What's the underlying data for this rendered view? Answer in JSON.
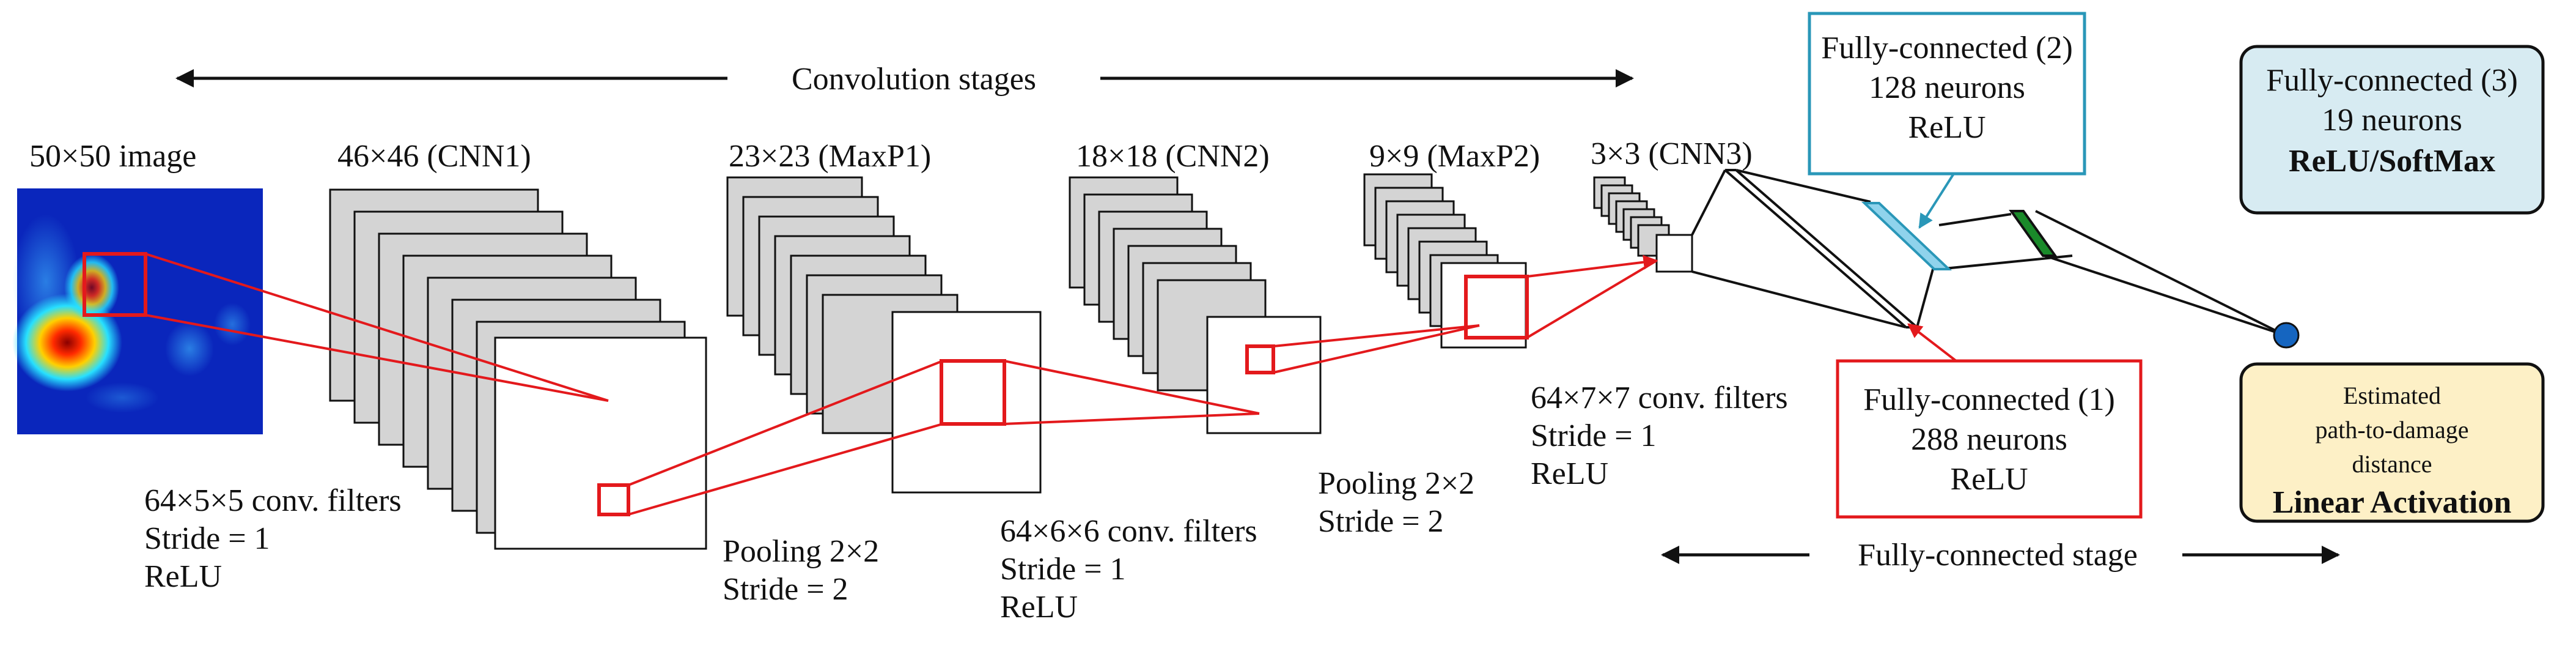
{
  "input_image": {
    "label": "50×50 image"
  },
  "stage_labels": {
    "convolution": "Convolution stages",
    "fully_connected": "Fully-connected stage"
  },
  "layers": {
    "cnn1": {
      "label": "46×46 (CNN1)"
    },
    "maxp1": {
      "label": "23×23  (MaxP1)"
    },
    "cnn2": {
      "label": "18×18 (CNN2)"
    },
    "maxp2": {
      "label": "9×9 (MaxP2)"
    },
    "cnn3": {
      "label": "3×3 (CNN3)"
    }
  },
  "ops": {
    "conv1": [
      "64×5×5 conv. filters",
      "Stride = 1",
      "ReLU"
    ],
    "pool1": [
      "Pooling 2×2",
      "Stride = 2"
    ],
    "conv2": [
      "64×6×6 conv. filters",
      "Stride = 1",
      "ReLU"
    ],
    "pool2": [
      "Pooling 2×2",
      "Stride = 2"
    ],
    "conv3": [
      "64×7×7 conv. filters",
      "Stride = 1",
      "ReLU"
    ]
  },
  "fc1": {
    "title": "Fully-connected (1)",
    "neurons": "288 neurons",
    "activation": "ReLU"
  },
  "fc2": {
    "title": "Fully-connected (2)",
    "neurons": "128 neurons",
    "activation": "ReLU"
  },
  "fc3": {
    "title": "Fully-connected (3)",
    "neurons": "19 neurons",
    "activation": "ReLU/SoftMax"
  },
  "output": {
    "line1": "Estimated",
    "line2": "path-to-damage",
    "line3": "distance",
    "activation": "Linear Activation"
  },
  "colors": {
    "highlight_red": "#e3191c",
    "fc2_blue": "#2a97b8",
    "fc2_fill": "#8fd3ec",
    "fc3_fill": "#d7ebf2",
    "output_fill": "#fdf0c6",
    "node_blue": "#1565c0",
    "green_layer": "#1a8a2a",
    "feature_map_gray": "#d4d4d4"
  }
}
